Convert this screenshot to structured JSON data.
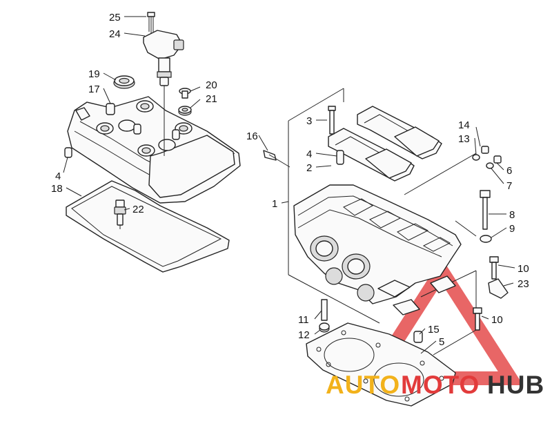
{
  "diagram": {
    "callouts": [
      "1",
      "2",
      "3",
      "4",
      "4",
      "5",
      "6",
      "7",
      "8",
      "9",
      "10",
      "10",
      "11",
      "12",
      "13",
      "14",
      "15",
      "16",
      "17",
      "18",
      "19",
      "20",
      "21",
      "22",
      "23",
      "24",
      "25"
    ]
  },
  "watermark": {
    "part1": "AUTO",
    "part2": "MOTO",
    "part3": "HUB",
    "colors": {
      "auto": "#f2b21b",
      "moto": "#e23b3b",
      "hub": "#333333",
      "triangle": "#e23b3b"
    }
  }
}
